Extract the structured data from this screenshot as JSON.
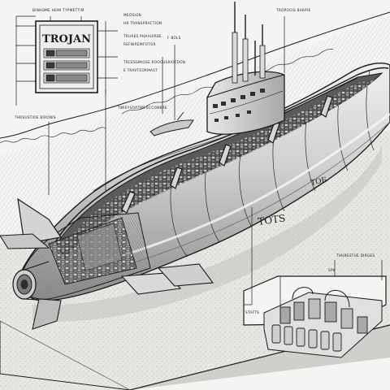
{
  "diagram": {
    "inset_label": "TROJAN",
    "hull_marking_main": "TOTS",
    "hull_marking_stern": "ТОБ",
    "callouts": {
      "top_left": "BINHOME HEMI TYPMETTIM",
      "left_side": "THRSUSTIOE BIRONIS",
      "left_mid": "TWIEYSOATNR ECCONBRE",
      "mid_upper_1": "MEOSION",
      "mid_upper_2": "HR TRANSPRACTION",
      "mid_upper_3": "TRUAES PHAAUIRBE",
      "mid_upper_4": "REFNIREMFOTOR",
      "mid_upper_5": "TRCESSMIOSE ROOCUSRIOTDON",
      "mid_upper_6": "E TRAVTEORMAST",
      "small_label": "F BOLS",
      "top_right": "TROPOUIS BARPIE",
      "right_mid": "THURESTUE DIRGES",
      "right_small": "SPK",
      "battery_label": "STAFTS"
    },
    "colors": {
      "ink": "#1c1c1c",
      "hull_light": "#dcdcdc",
      "hull_mid": "#b9b9b9",
      "hull_dark": "#7d7d7d",
      "background": "#f4f4f2",
      "ground": "#e7e6e2"
    }
  }
}
